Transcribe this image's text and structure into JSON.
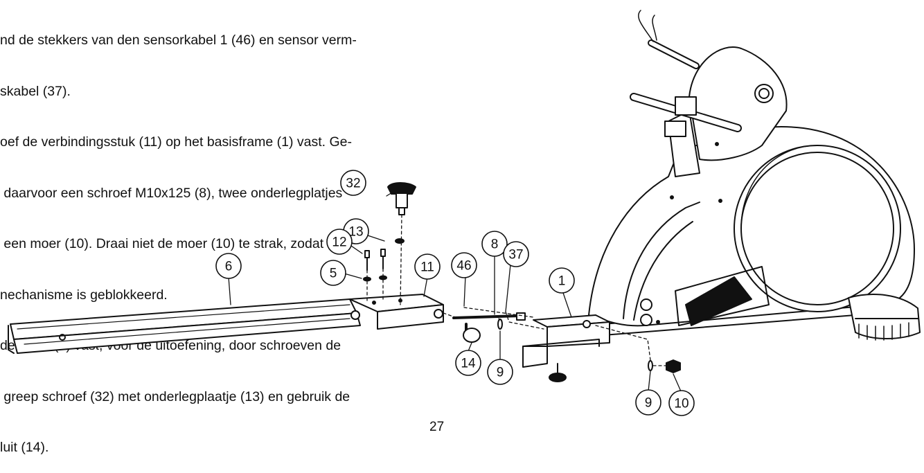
{
  "instructions": {
    "lines": [
      "nd de stekkers van den sensorkabel 1 (46) en sensor verm-",
      "skabel (37).",
      "oef de verbindingsstuk (11) op het basisframe (1) vast. Ge-",
      " daarvoor een schroef M10x125 (8), twee onderlegplatjes",
      " een moer (10). Draai niet de moer (10) te strak, zodat het",
      "nechanisme is geblokkeerd.",
      "de zitrail (6) vast, voor de uitoefening, door schroeven de",
      " greep schroef (32) met onderlegplaatje (13) en gebruik de",
      "luit (14)."
    ]
  },
  "diagram": {
    "callouts": [
      "32",
      "13",
      "12",
      "5",
      "6",
      "11",
      "46",
      "8",
      "37",
      "1",
      "14",
      "9",
      "9",
      "10"
    ]
  },
  "page_number": "27"
}
